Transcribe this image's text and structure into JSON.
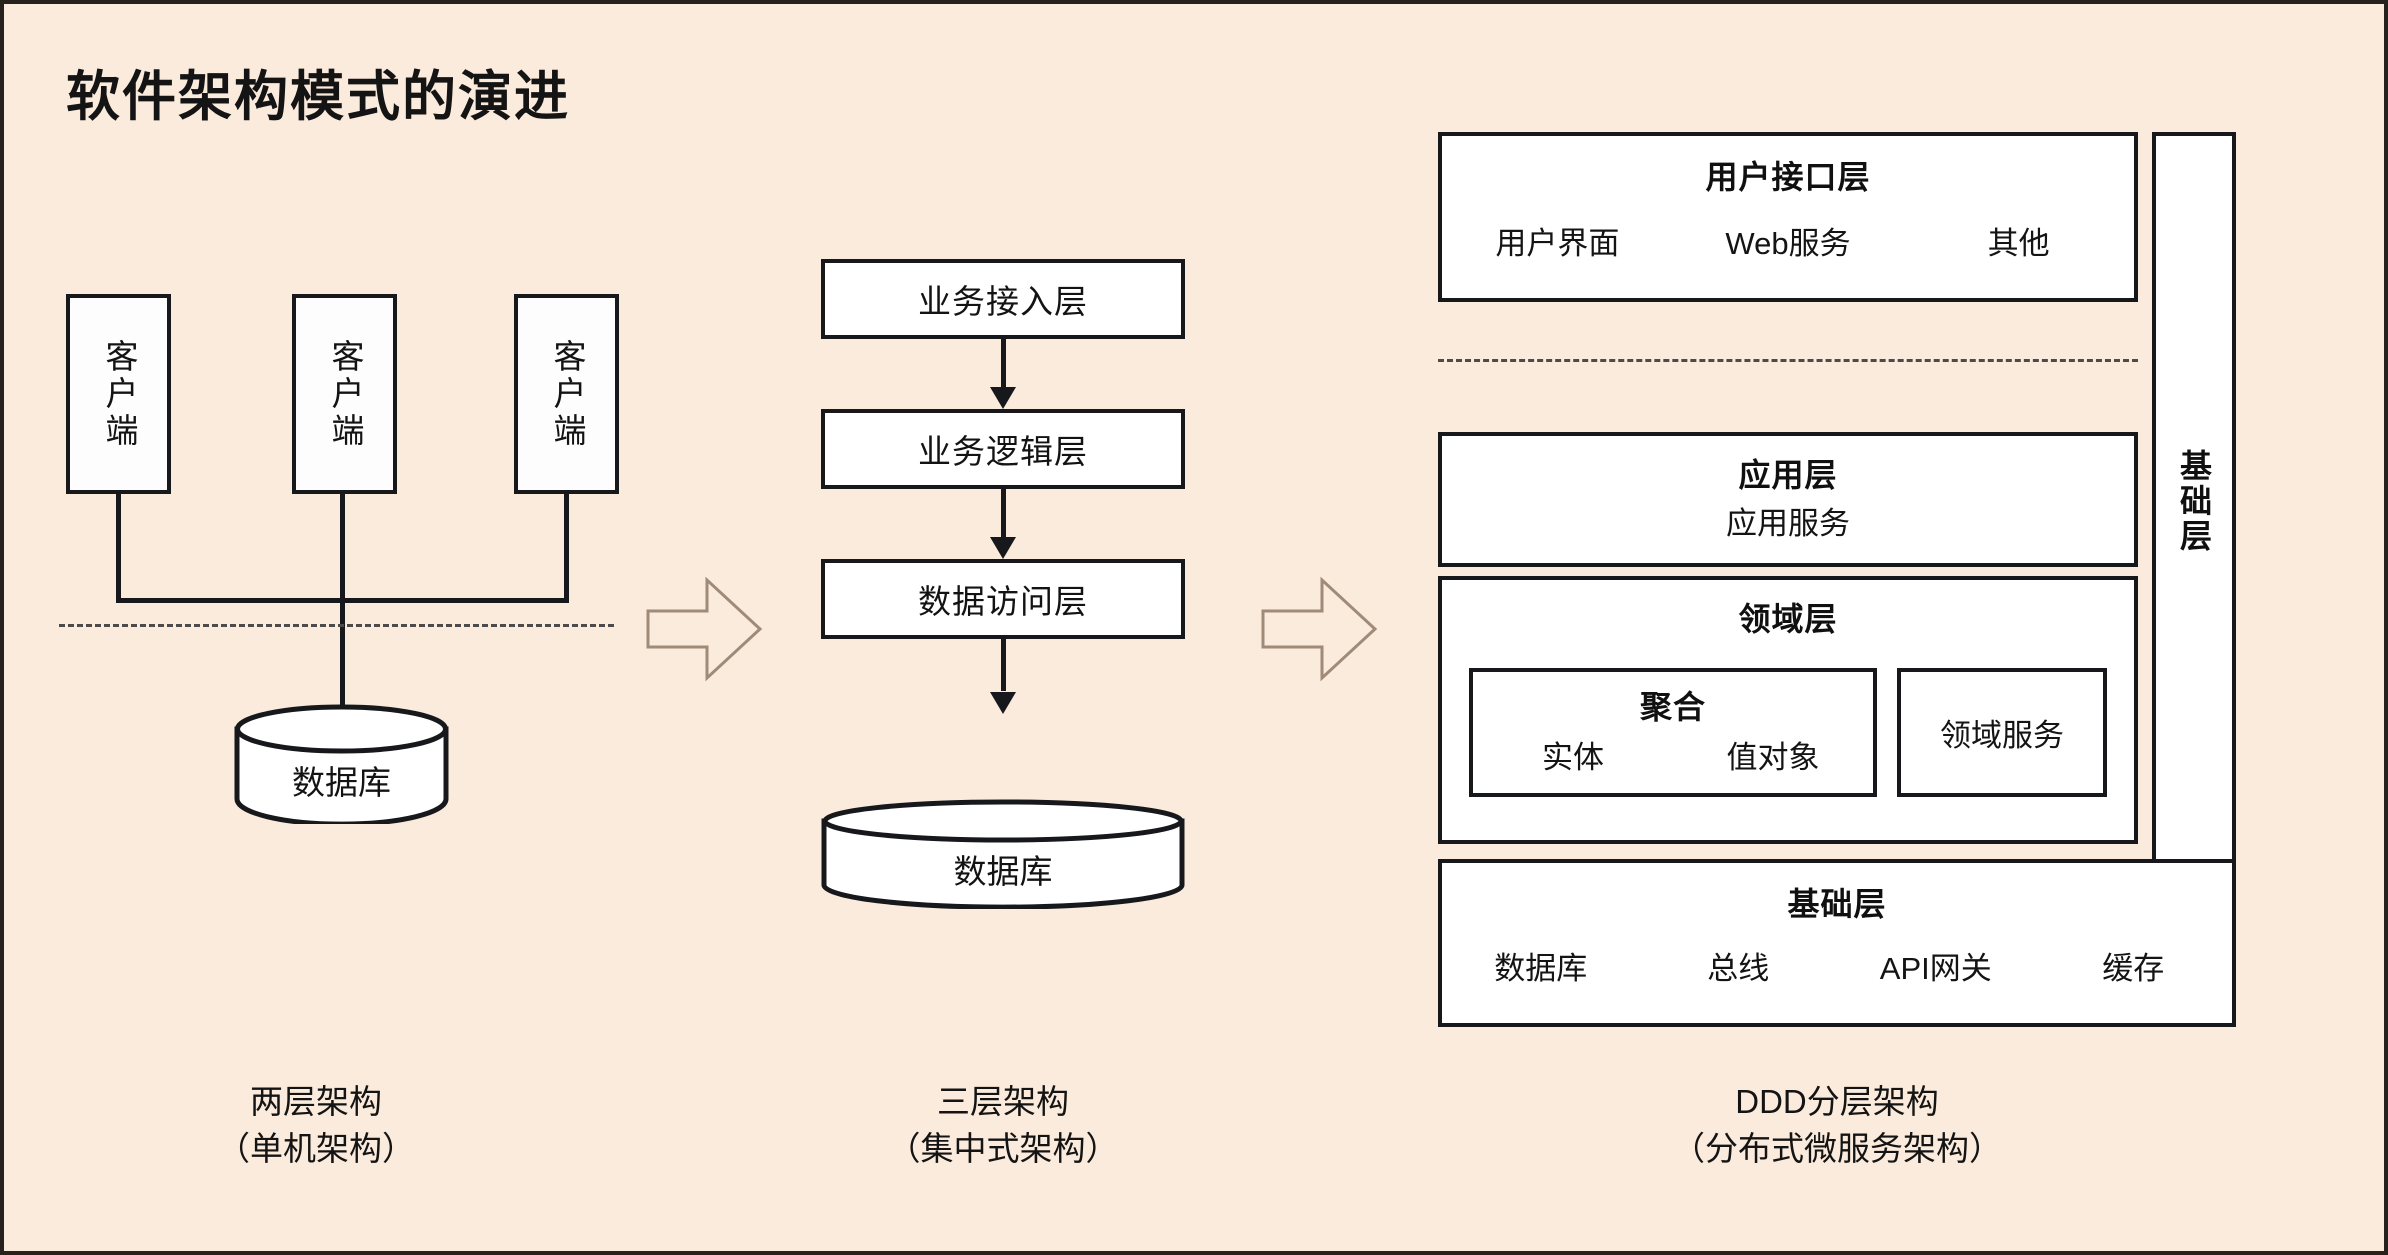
{
  "title": "软件架构模式的演进",
  "two_tier": {
    "clients": [
      {
        "label": "客户端"
      },
      {
        "label": "客户端"
      },
      {
        "label": "客户端"
      }
    ],
    "database": "数据库",
    "caption_line1": "两层架构",
    "caption_line2": "（单机架构）"
  },
  "three_tier": {
    "layers": [
      {
        "label": "业务接入层"
      },
      {
        "label": "业务逻辑层"
      },
      {
        "label": "数据访问层"
      }
    ],
    "database": "数据库",
    "caption_line1": "三层架构",
    "caption_line2": "（集中式架构）"
  },
  "ddd": {
    "ui_layer": {
      "title": "用户接口层",
      "items": [
        "用户界面",
        "Web服务",
        "其他"
      ]
    },
    "app_layer": {
      "title": "应用层",
      "items": [
        "应用服务"
      ]
    },
    "domain_layer": {
      "title": "领域层",
      "aggregate": {
        "title": "聚合",
        "items": [
          "实体",
          "值对象"
        ]
      },
      "domain_service": "领域服务"
    },
    "infra_layer": {
      "title": "基础层",
      "items": [
        "数据库",
        "总线",
        "API网关",
        "缓存"
      ]
    },
    "side_bar_label": "基础层",
    "caption_line1": "DDD分层架构",
    "caption_line2": "（分布式微服务架构）"
  },
  "arrows": {
    "first": "evolution-arrow",
    "second": "evolution-arrow"
  },
  "colors": {
    "background": "#fbebdd",
    "stroke": "#17181c",
    "box_fill": "#ffffff",
    "arrow_outline": "#a08a78",
    "dash": "#4b4b4b"
  }
}
